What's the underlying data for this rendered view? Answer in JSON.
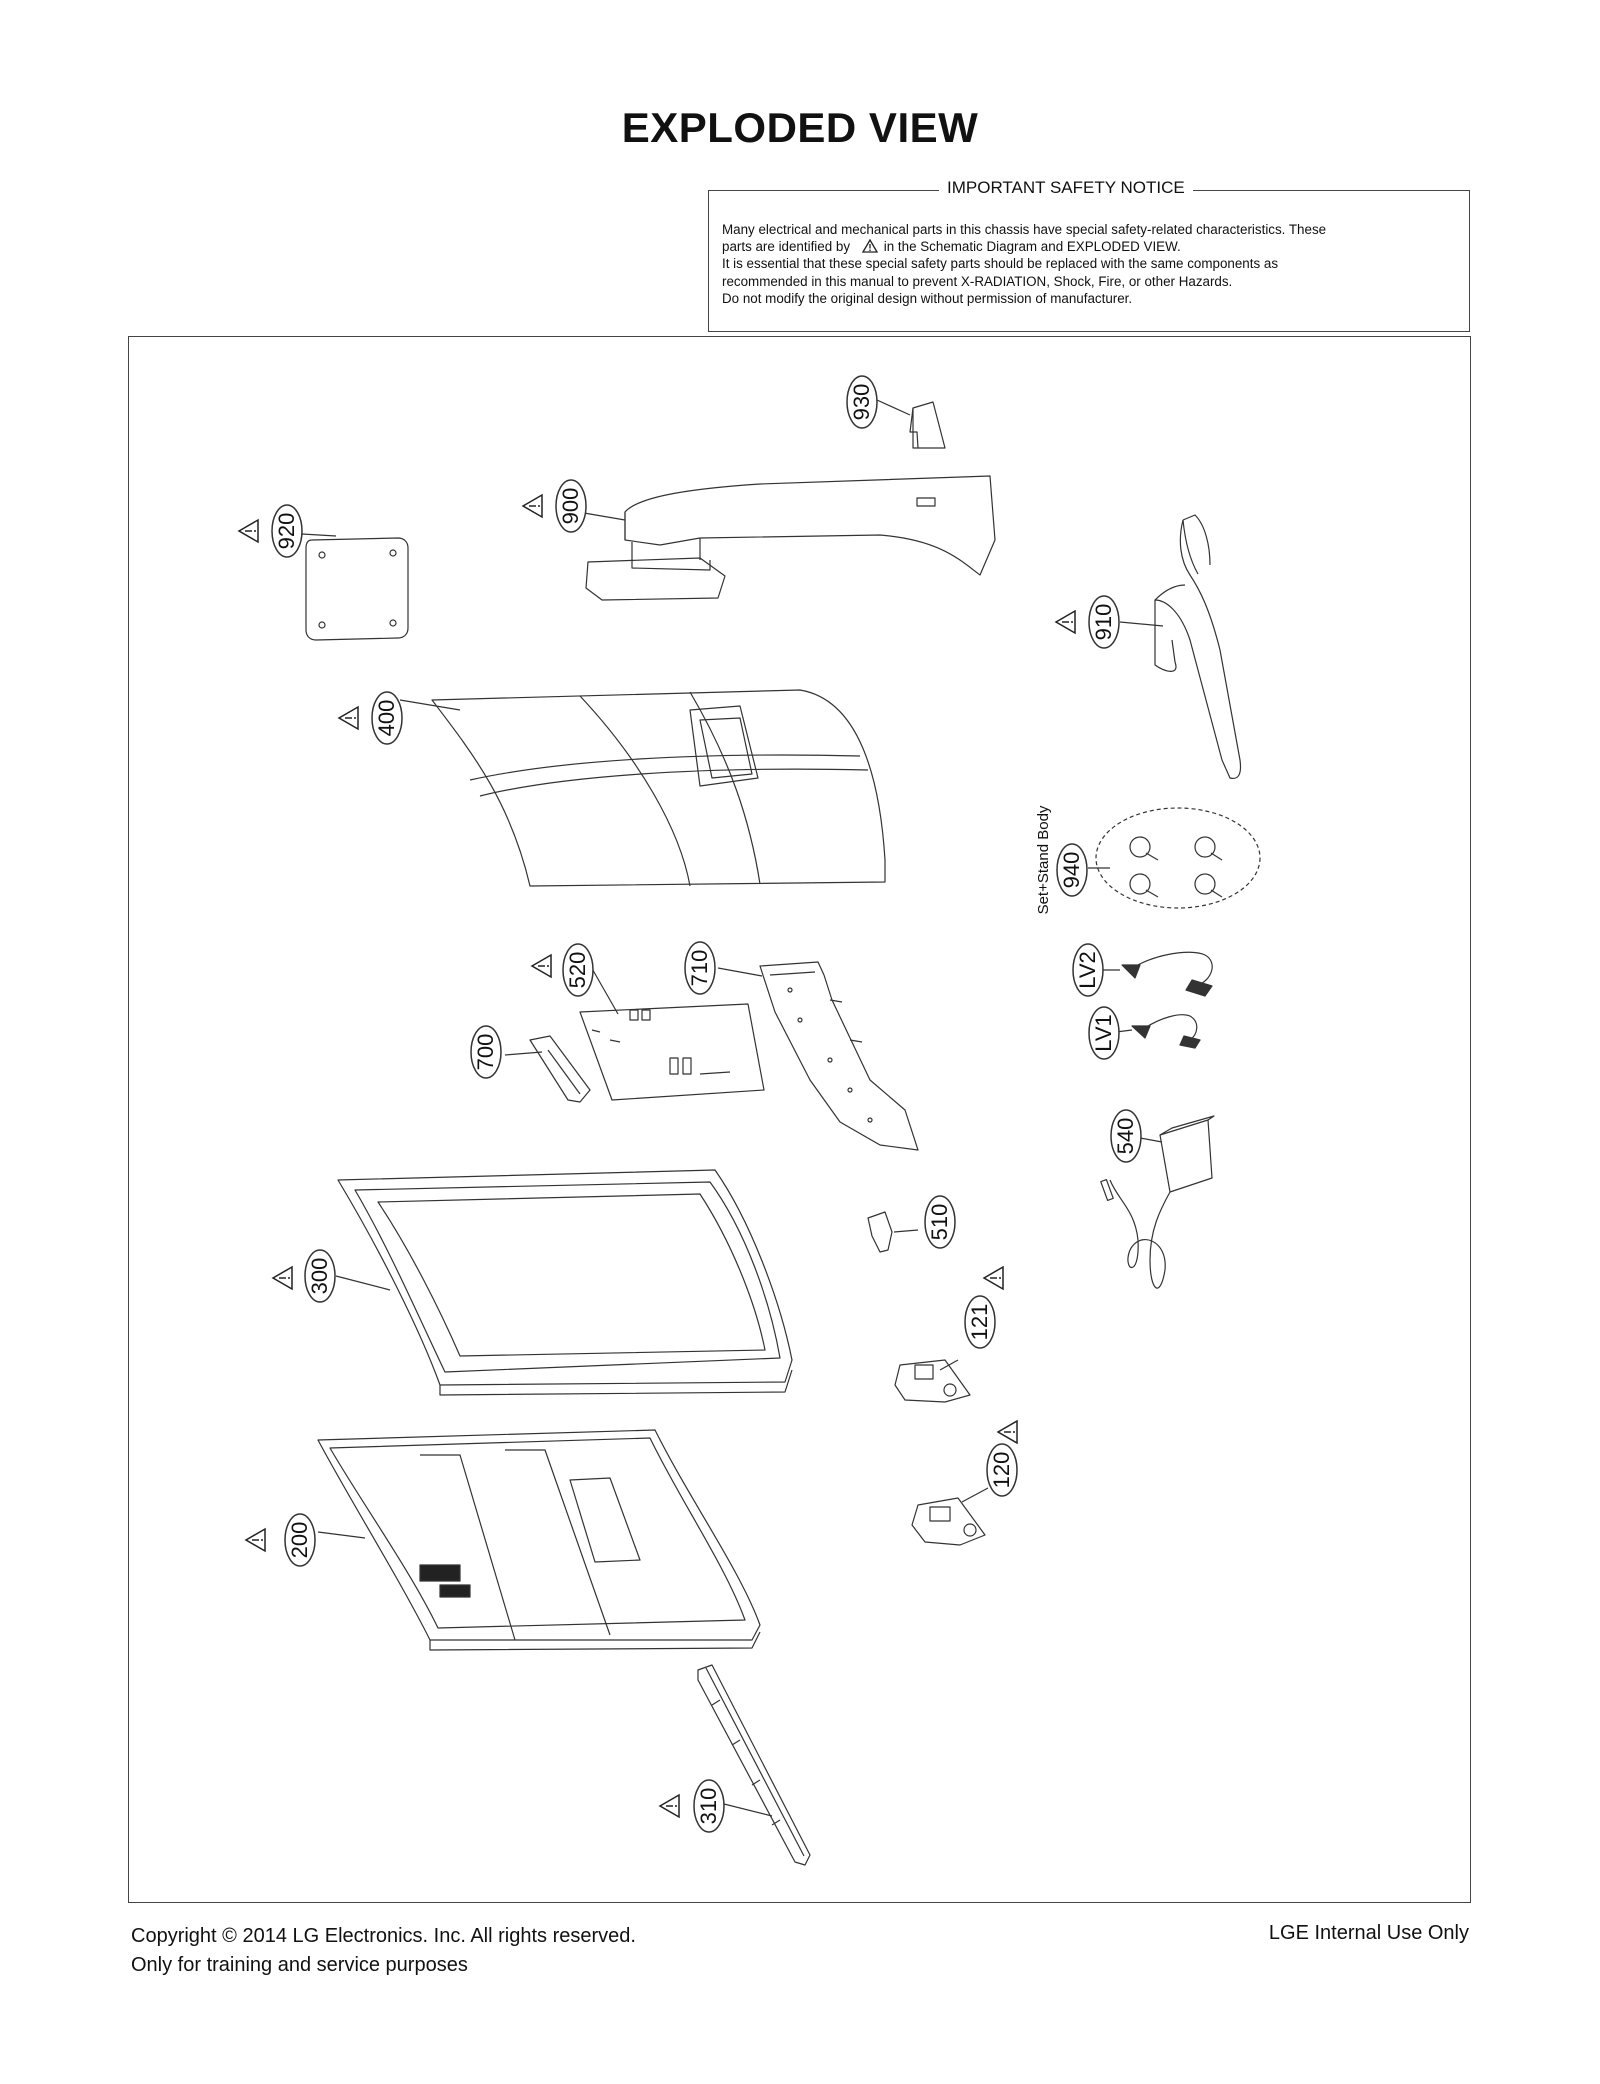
{
  "title": "EXPLODED VIEW",
  "notice": {
    "heading": "IMPORTANT SAFETY NOTICE",
    "line1": "Many electrical and mechanical parts in this chassis have special safety-related characteristics. These",
    "line2a": "parts are identified by",
    "line2b": "in the Schematic Diagram and EXPLODED VIEW.",
    "line3": "It is essential that these special safety parts should be replaced with the same components as",
    "line4": "recommended in this manual to prevent X-RADIATION, Shock, Fire, or other Hazards.",
    "line5": "Do not modify the original design without permission of manufacturer."
  },
  "parts": {
    "p930": "930",
    "p900": "900",
    "p920": "920",
    "p910": "910",
    "p400": "400",
    "p940": "940",
    "p940_note": "Set+Stand Body",
    "pLV2": "LV2",
    "pLV1": "LV1",
    "p520": "520",
    "p710": "710",
    "p700": "700",
    "p540": "540",
    "p510": "510",
    "p300": "300",
    "p121": "121",
    "p120": "120",
    "p200": "200",
    "p310": "310"
  },
  "footer": {
    "copyright": "Copyright  © 2014  LG Electronics. Inc. All rights reserved.",
    "purpose": "Only for training and service purposes",
    "internal": "LGE Internal Use Only"
  }
}
